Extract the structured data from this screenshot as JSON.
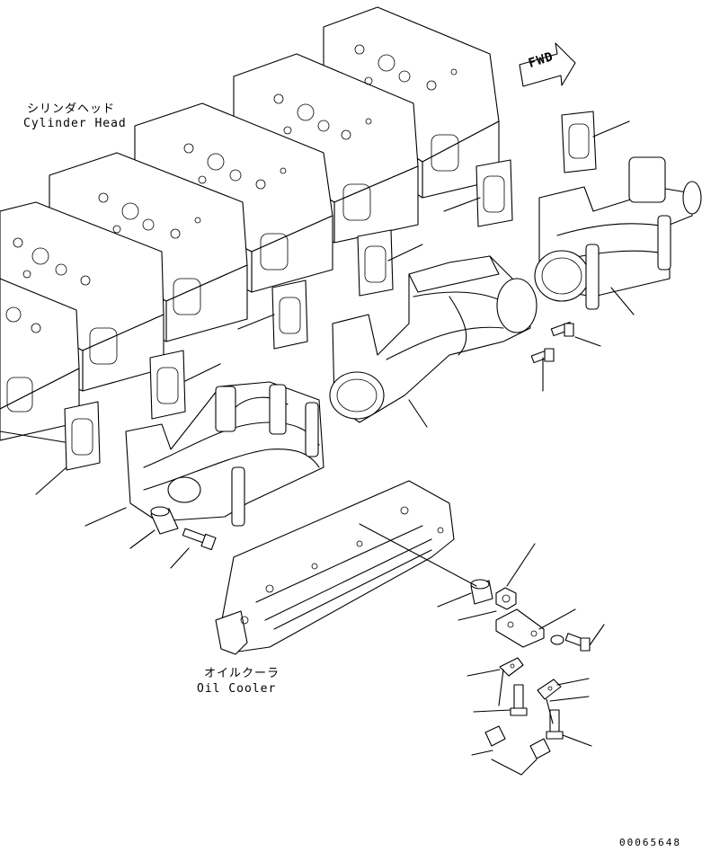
{
  "labels": {
    "cylinder_head_jp": "シリンダヘッド",
    "cylinder_head_en": "Cylinder Head",
    "oil_cooler_jp": "オイルクーラ",
    "oil_cooler_en": "Oil Cooler",
    "fwd": "FWD",
    "doc_number": "00065648"
  }
}
